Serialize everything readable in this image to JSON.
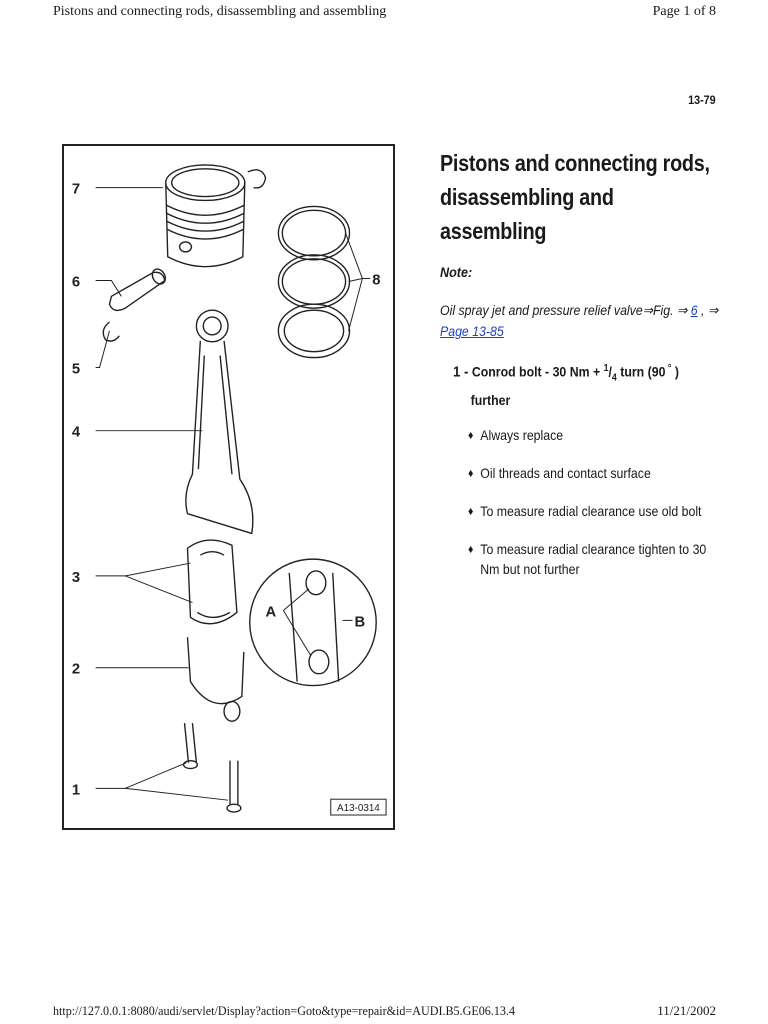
{
  "header": {
    "title": "Pistons and connecting rods, disassembling and assembling",
    "page_indicator": "Page 1 of 8"
  },
  "page_ref": "13-79",
  "figure": {
    "callouts": [
      "7",
      "6",
      "5",
      "4",
      "3",
      "2",
      "1",
      "8"
    ],
    "detail_labels": [
      "A",
      "B"
    ],
    "figure_id": "A13-0314"
  },
  "content": {
    "title_line1": "Pistons and connecting rods,",
    "title_line2": "disassembling and assembling",
    "note_label": "Note:",
    "note_text": "Oil spray jet and pressure relief valve⇒Fig. ⇒ ",
    "note_link_fig": "6",
    "note_mid": " , ⇒ ",
    "note_link_page": "Page 13-85",
    "item": {
      "number": "1 -",
      "text_a": " Conrod bolt - 30 Nm + ",
      "frac_num": "1",
      "frac_sep": "/",
      "frac_den": "4",
      "text_b": " turn (90",
      "degree": " °",
      "text_c": " )",
      "text_cont": "further"
    },
    "bullet_glyph": "♦",
    "bullets": [
      "Always replace",
      "Oil threads and contact surface",
      "To measure radial clearance use old bolt",
      "To measure radial clearance tighten to 30 Nm but not further"
    ]
  },
  "footer": {
    "url": "http://127.0.0.1:8080/audi/servlet/Display?action=Goto&type=repair&id=AUDI.B5.GE06.13.4",
    "date": "11/21/2002"
  }
}
